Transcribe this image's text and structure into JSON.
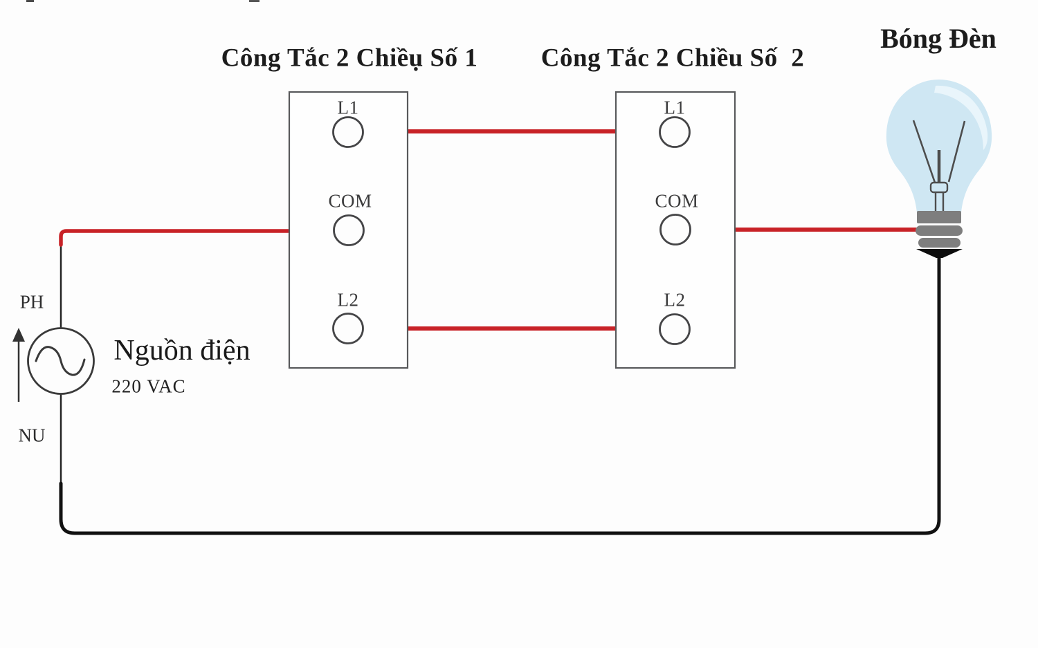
{
  "titles": {
    "switch1": "Công Tắc 2 Chiềụ Số 1",
    "switch2": "Công Tắc 2 Chiều Số  2",
    "bulb": "Bóng Đèn"
  },
  "source": {
    "name": "Nguồn điện",
    "voltage": "220 VAC",
    "phase_label": "PH",
    "neutral_label": "NU"
  },
  "switch1": {
    "terminals": [
      "L1",
      "COM",
      "L2"
    ]
  },
  "switch2": {
    "terminals": [
      "L1",
      "COM",
      "L2"
    ]
  },
  "colors": {
    "live_wire": "#c82227",
    "neutral_wire": "#1d1d1d",
    "outline": "#58595b",
    "terminal_stroke": "#454547",
    "bulb_glass": "#cfe7f3",
    "bulb_highlight": "#e9f5fb",
    "bulb_base": "#7e7e7e",
    "bulb_tip": "#0d0d0d"
  }
}
